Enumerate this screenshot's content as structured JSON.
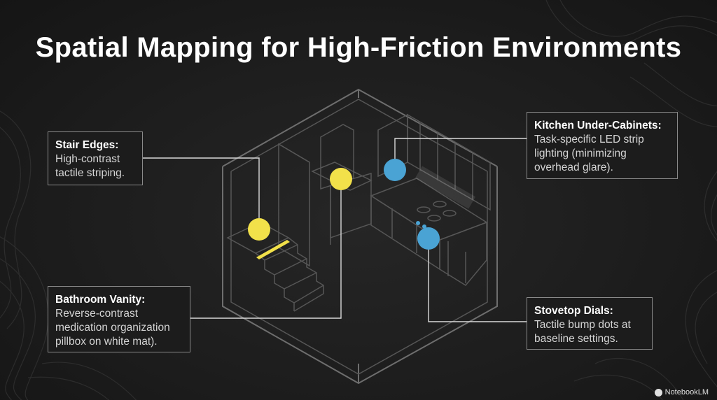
{
  "title": "Spatial Mapping for High-Friction Environments",
  "callouts": {
    "stair_edges": {
      "title": "Stair Edges:",
      "body": "High-contrast tactile striping.",
      "marker_color": "#f2e14a"
    },
    "bathroom_vanity": {
      "title": "Bathroom Vanity:",
      "body": "Reverse-contrast medication organization pillbox on white mat).",
      "marker_color": "#f2e14a"
    },
    "kitchen_under_cabinets": {
      "title": "Kitchen Under-Cabinets:",
      "body": "Task-specific LED strip lighting (minimizing overhead glare).",
      "marker_color": "#4aa3d4"
    },
    "stovetop_dials": {
      "title": "Stovetop Dials:",
      "body": "Tactile bump dots at baseline settings.",
      "marker_color": "#4aa3d4"
    }
  },
  "colors": {
    "background": "#1c1c1c",
    "yellow_marker": "#f2e14a",
    "blue_marker": "#4aa3d4",
    "outline": "#6e6e6e"
  },
  "watermark": "NotebookLM"
}
